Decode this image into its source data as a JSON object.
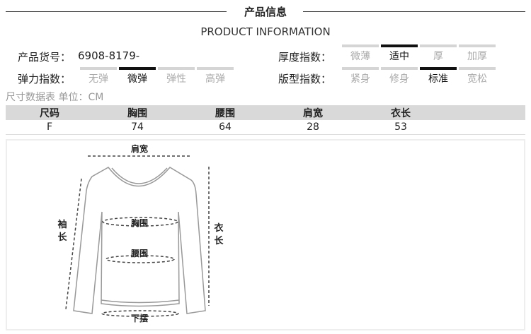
{
  "header": {
    "title": "产品信息",
    "subtitle": "PRODUCT INFORMATION"
  },
  "product": {
    "sku_label": "产品货号：",
    "sku_value": "6908-8179-"
  },
  "indices": {
    "thickness": {
      "label": "厚度指数：",
      "options": [
        "微薄",
        "适中",
        "厚",
        "加厚"
      ],
      "selected": "适中"
    },
    "elasticity": {
      "label": "弹力指数：",
      "options": [
        "无弹",
        "微弹",
        "弹性",
        "高弹"
      ],
      "selected": "微弹"
    },
    "fit": {
      "label": "版型指数：",
      "options": [
        "紧身",
        "修身",
        "标准",
        "宽松"
      ],
      "selected": "标准"
    }
  },
  "size_table": {
    "note": "尺寸数据表 单位：CM",
    "headers": [
      "尺码",
      "胸围",
      "腰围",
      "肩宽",
      "衣长"
    ],
    "rows": [
      [
        "F",
        "74",
        "64",
        "28",
        "53"
      ]
    ]
  },
  "diagram": {
    "shoulder": "肩宽",
    "chest": "胸围",
    "waist": "腰围",
    "hem": "下摆",
    "sleeve_1": "袖",
    "sleeve_2": "长",
    "length_1": "衣",
    "length_2": "长"
  }
}
